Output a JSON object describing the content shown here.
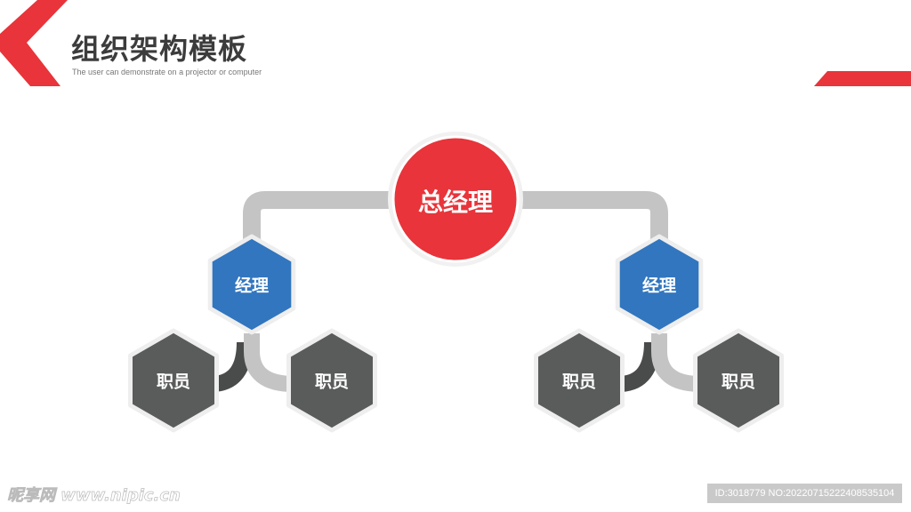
{
  "header": {
    "title": "组织架构模板",
    "subtitle": "The user can demonstrate on a projector or computer"
  },
  "colors": {
    "accent": "#e8343a",
    "manager": "#3176bf",
    "staff": "#5a5b5b",
    "connector": "#c4c4c4",
    "connector_dark": "#4a4b4b"
  },
  "nodes": {
    "ceo": "总经理",
    "manager_left": "经理",
    "manager_right": "经理",
    "staff": [
      "职员",
      "职员",
      "职员",
      "职员"
    ]
  },
  "watermark": {
    "site": "昵享网 www.nipic.cn",
    "id": "ID:3018779 NO:20220715222408535104"
  }
}
